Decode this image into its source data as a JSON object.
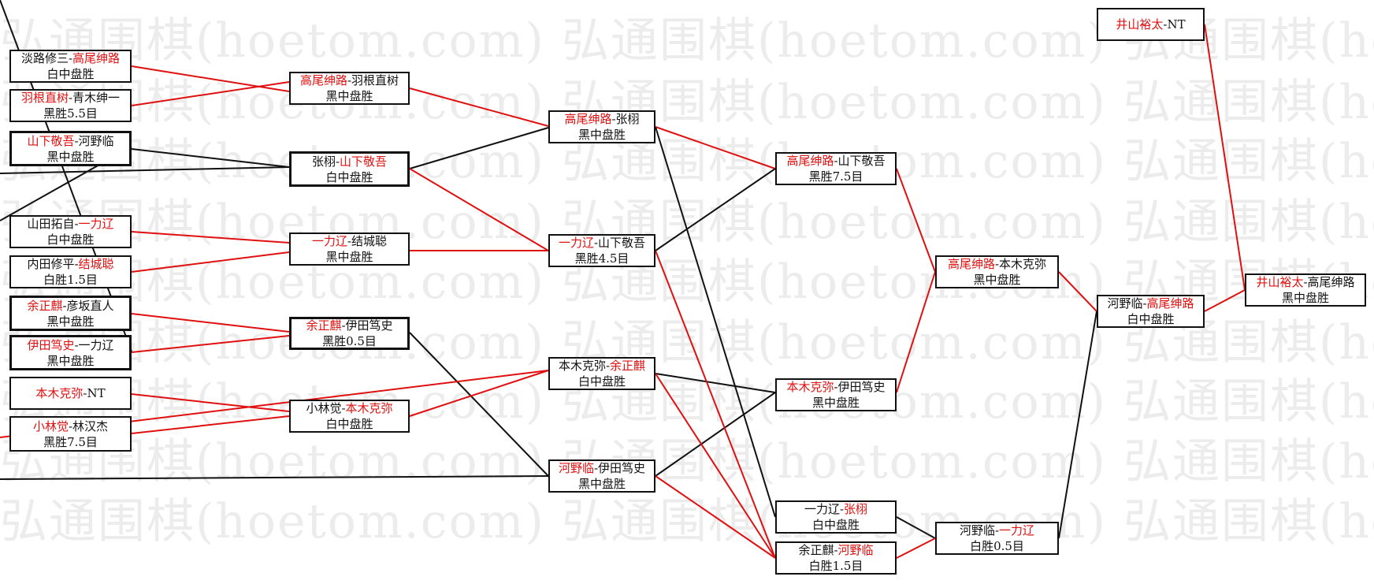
{
  "watermark_text": "弘通围棋(hoetom.com) 弘通围棋(hoetom.com) 弘通围棋(hoetom.com)",
  "colors": {
    "winner": "#e01010",
    "line_red": "#e01010",
    "line_black": "#111111"
  },
  "matches": [
    {
      "id": "m1",
      "p1": "淡路修三",
      "sep": "-",
      "p2": "高尾绅路",
      "winner": 2,
      "result": "白中盘胜"
    },
    {
      "id": "m2",
      "p1": "羽根直树",
      "sep": "-",
      "p2": "青木绅一",
      "winner": 1,
      "result": "黑胜5.5目"
    },
    {
      "id": "m3",
      "p1": "山下敬吾",
      "sep": "-",
      "p2": "河野临",
      "winner": 1,
      "result": "黑中盘胜"
    },
    {
      "id": "m4",
      "p1": "山田拓自",
      "sep": "-",
      "p2": "一力辽",
      "winner": 2,
      "result": "白中盘胜"
    },
    {
      "id": "m5",
      "p1": "内田修平",
      "sep": "-",
      "p2": "结城聪",
      "winner": 2,
      "result": "白胜1.5目"
    },
    {
      "id": "m6",
      "p1": "余正麒",
      "sep": "-",
      "p2": "彦坂直人",
      "winner": 1,
      "result": "黑中盘胜"
    },
    {
      "id": "m7",
      "p1": "伊田笃史",
      "sep": "-",
      "p2": "一力辽",
      "winner": 1,
      "result": "黑中盘胜"
    },
    {
      "id": "m8",
      "p1": "本木克弥",
      "sep": "-",
      "p2": "NT",
      "winner": 1,
      "result": ""
    },
    {
      "id": "m9",
      "p1": "小林觉",
      "sep": "-",
      "p2": "林汉杰",
      "winner": 1,
      "result": "黑胜7.5目"
    },
    {
      "id": "m10",
      "p1": "高尾绅路",
      "sep": "-",
      "p2": "羽根直树",
      "winner": 1,
      "result": "黑中盘胜"
    },
    {
      "id": "m11",
      "p1": "张栩",
      "sep": "-",
      "p2": "山下敬吾",
      "winner": 2,
      "result": "白中盘胜"
    },
    {
      "id": "m12",
      "p1": "一力辽",
      "sep": "-",
      "p2": "结城聪",
      "winner": 1,
      "result": "黑中盘胜"
    },
    {
      "id": "m13",
      "p1": "余正麒",
      "sep": "-",
      "p2": "伊田笃史",
      "winner": 1,
      "result": "黑胜0.5目"
    },
    {
      "id": "m14",
      "p1": "小林觉",
      "sep": "-",
      "p2": "本木克弥",
      "winner": 2,
      "result": "白中盘胜"
    },
    {
      "id": "m15",
      "p1": "高尾绅路",
      "sep": "-",
      "p2": "张栩",
      "winner": 1,
      "result": "黑中盘胜"
    },
    {
      "id": "m16",
      "p1": "一力辽",
      "sep": "-",
      "p2": "山下敬吾",
      "winner": 1,
      "result": "黑胜4.5目"
    },
    {
      "id": "m17",
      "p1": "本木克弥",
      "sep": "-",
      "p2": "余正麒",
      "winner": 2,
      "result": "白中盘胜"
    },
    {
      "id": "m18",
      "p1": "河野临",
      "sep": "-",
      "p2": "伊田笃史",
      "winner": 1,
      "result": "黑中盘胜"
    },
    {
      "id": "m19",
      "p1": "高尾绅路",
      "sep": "-",
      "p2": "山下敬吾",
      "winner": 1,
      "result": "黑胜7.5目"
    },
    {
      "id": "m20",
      "p1": "本木克弥",
      "sep": "-",
      "p2": "伊田笃史",
      "winner": 1,
      "result": "黑中盘胜"
    },
    {
      "id": "m21",
      "p1": "一力辽",
      "sep": "-",
      "p2": "张栩",
      "winner": 2,
      "result": "白中盘胜"
    },
    {
      "id": "m22",
      "p1": "余正麒",
      "sep": "-",
      "p2": "河野临",
      "winner": 2,
      "result": "白胜1.5目"
    },
    {
      "id": "m23",
      "p1": "高尾绅路",
      "sep": "-",
      "p2": "本木克弥",
      "winner": 1,
      "result": "黑中盘胜"
    },
    {
      "id": "m24",
      "p1": "河野临",
      "sep": "-",
      "p2": "一力辽",
      "winner": 2,
      "result": "白胜0.5目"
    },
    {
      "id": "m25",
      "p1": "河野临",
      "sep": "-",
      "p2": "高尾绅路",
      "winner": 2,
      "result": "白中盘胜"
    },
    {
      "id": "m26",
      "p1": "井山裕太",
      "sep": "-",
      "p2": "NT",
      "winner": 1,
      "result": ""
    },
    {
      "id": "m27",
      "p1": "井山裕太",
      "sep": "-",
      "p2": "高尾绅路",
      "winner": 1,
      "result": "黑中盘胜"
    }
  ]
}
